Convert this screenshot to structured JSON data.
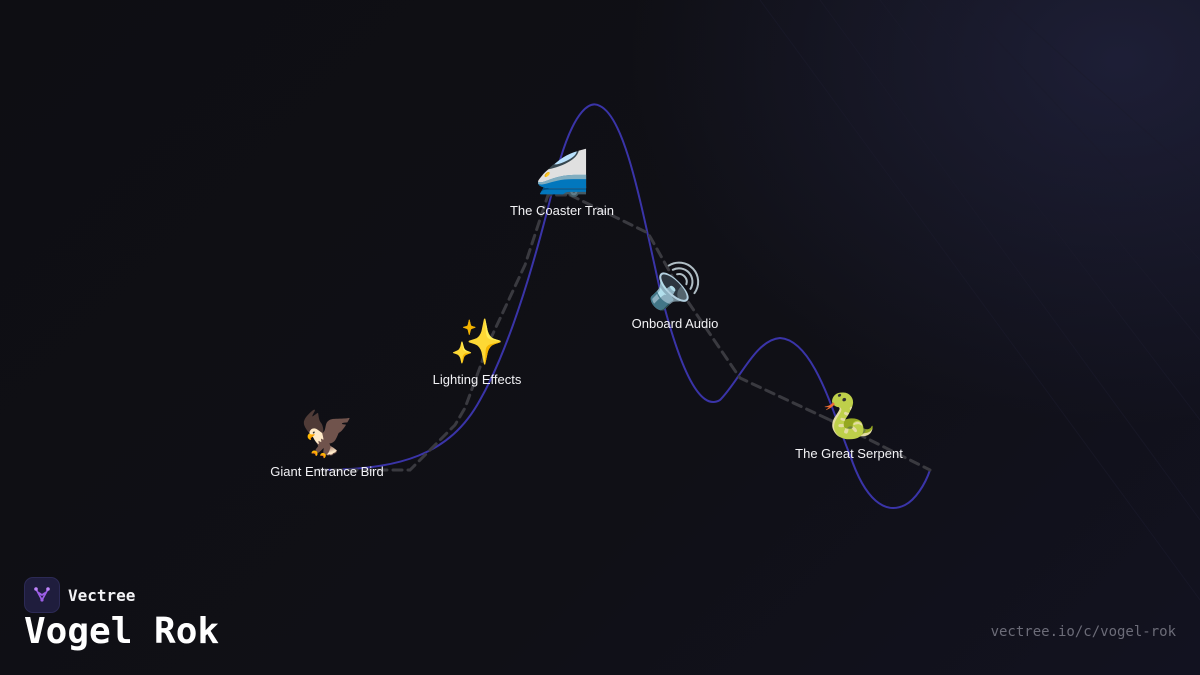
{
  "brand": {
    "name": "Vectree",
    "logo_icon": "tree-branch-icon",
    "logo_color": "#9b5de5"
  },
  "title": "Vogel Rok",
  "url": "vectree.io/c/vogel-rok",
  "colors": {
    "track": "#3a34a8",
    "connector": "#3a3a40",
    "label": "#f2f2f5",
    "url": "#6c6c78"
  },
  "nodes": [
    {
      "id": "giant-entrance-bird",
      "emoji": "🦅",
      "icon": "eagle-icon",
      "label": "Giant Entrance Bird"
    },
    {
      "id": "lighting-effects",
      "emoji": "✨",
      "icon": "sparkles-icon",
      "label": "Lighting Effects"
    },
    {
      "id": "coaster-train",
      "emoji": "🚄",
      "icon": "train-icon",
      "label": "The Coaster Train"
    },
    {
      "id": "onboard-audio",
      "emoji": "🔊",
      "icon": "speaker-icon",
      "label": "Onboard Audio"
    },
    {
      "id": "great-serpent",
      "emoji": "🐍",
      "icon": "snake-icon",
      "label": "The Great Serpent"
    }
  ]
}
